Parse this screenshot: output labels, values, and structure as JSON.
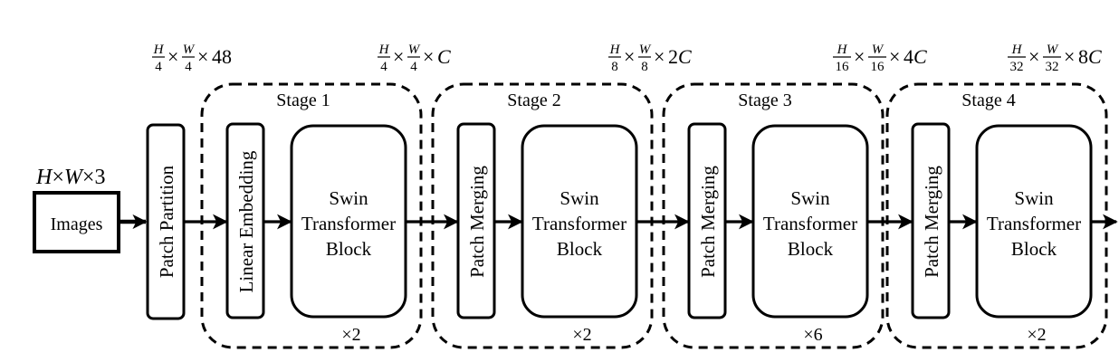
{
  "diagram": {
    "title": "Swin Transformer architecture",
    "input": {
      "label": "Images",
      "dim": {
        "parts": [
          "H",
          "×",
          "W",
          "×",
          "3"
        ]
      }
    },
    "patch_partition": {
      "label": "Patch Partition"
    },
    "dims": [
      {
        "h_num": "H",
        "h_den": "4",
        "w_num": "W",
        "w_den": "4",
        "ch_num": "48",
        "ch_var": ""
      },
      {
        "h_num": "H",
        "h_den": "4",
        "w_num": "W",
        "w_den": "4",
        "ch_num": "",
        "ch_var": "C"
      },
      {
        "h_num": "H",
        "h_den": "8",
        "w_num": "W",
        "w_den": "8",
        "ch_num": "2",
        "ch_var": "C"
      },
      {
        "h_num": "H",
        "h_den": "16",
        "w_num": "W",
        "w_den": "16",
        "ch_num": "4",
        "ch_var": "C"
      },
      {
        "h_num": "H",
        "h_den": "32",
        "w_num": "W",
        "w_den": "32",
        "ch_num": "8",
        "ch_var": "C"
      }
    ],
    "times_symbol": "×",
    "stages": [
      {
        "title": "Stage 1",
        "first_block": "Linear Embedding",
        "block_lines": [
          "Swin",
          "Transformer",
          "Block"
        ],
        "repeat": "×2"
      },
      {
        "title": "Stage 2",
        "first_block": "Patch Merging",
        "block_lines": [
          "Swin",
          "Transformer",
          "Block"
        ],
        "repeat": "×2"
      },
      {
        "title": "Stage 3",
        "first_block": "Patch Merging",
        "block_lines": [
          "Swin",
          "Transformer",
          "Block"
        ],
        "repeat": "×6"
      },
      {
        "title": "Stage 4",
        "first_block": "Patch Merging",
        "block_lines": [
          "Swin",
          "Transformer",
          "Block"
        ],
        "repeat": "×2"
      }
    ]
  }
}
